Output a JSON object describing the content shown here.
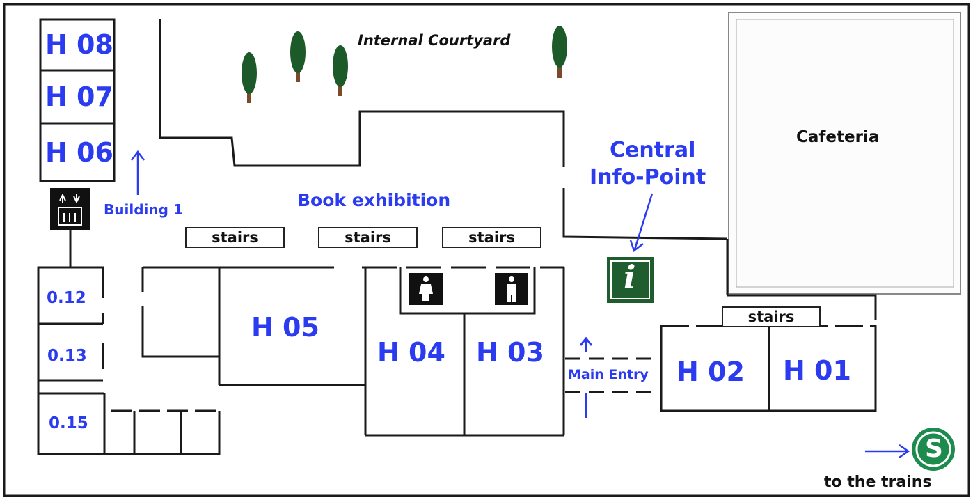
{
  "courtyard": {
    "label": "Internal Courtyard"
  },
  "cafeteria": {
    "label": "Cafeteria"
  },
  "building1": {
    "label": "Building 1"
  },
  "exhibition": {
    "label": "Book exhibition"
  },
  "info_point": {
    "label_line1": "Central",
    "label_line2": "Info-Point",
    "icon_glyph": "i"
  },
  "main_entry": {
    "label": "Main Entry"
  },
  "trains": {
    "label": "to the trains",
    "icon_glyph": "S"
  },
  "stairs_label": "stairs",
  "rooms": {
    "h08": "H 08",
    "h07": "H 07",
    "h06": "H 06",
    "h05": "H 05",
    "h04": "H 04",
    "h03": "H 03",
    "h02": "H 02",
    "h01": "H 01",
    "r012": "0.12",
    "r013": "0.13",
    "r015": "0.15"
  },
  "colors": {
    "label_blue": "#2a3bf0",
    "wall": "#1a1a1a",
    "tree": "#1d5a2a",
    "trunk": "#7a4a2a",
    "info_green": "#1f5c2e",
    "sbahn_green": "#1d8a4e"
  },
  "icons": [
    "tree-icon",
    "elevator-icon",
    "restroom-women-icon",
    "restroom-men-icon",
    "info-icon",
    "sbahn-icon",
    "arrow-up-icon",
    "arrow-down-icon",
    "arrow-right-icon"
  ]
}
